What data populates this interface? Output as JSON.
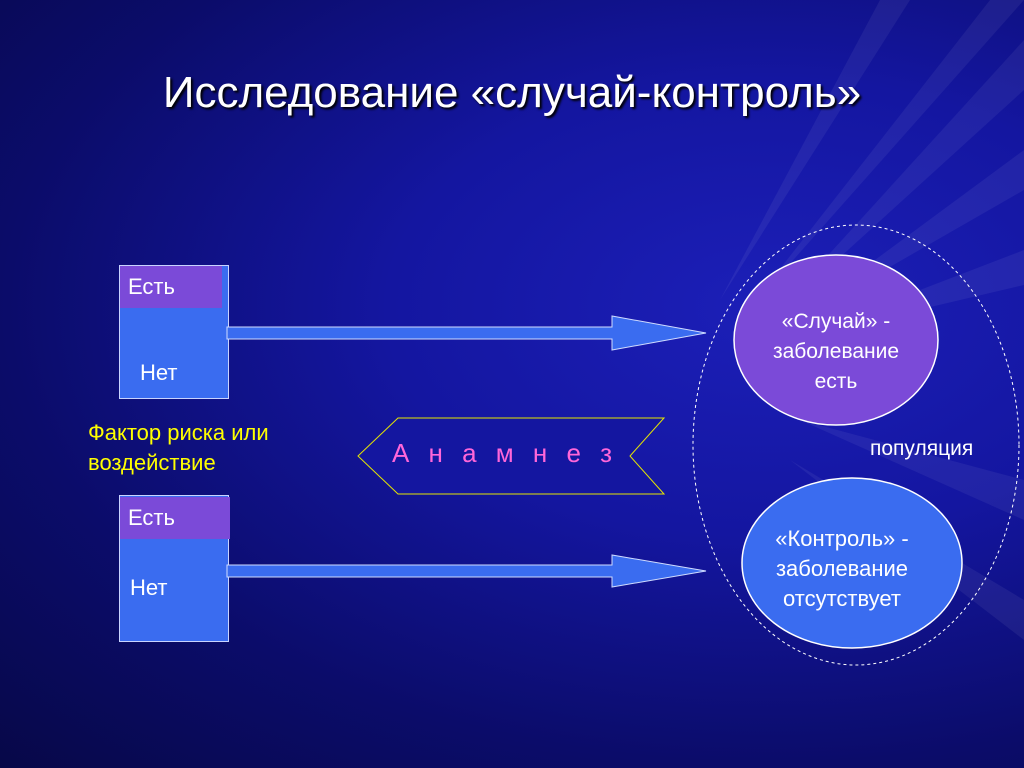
{
  "slide": {
    "title": "Исследование «случай-контроль»"
  },
  "exposure_groups": {
    "top": {
      "yes_label": "Есть",
      "no_label": "Нет"
    },
    "bottom": {
      "yes_label": "Есть",
      "no_label": "Нет"
    }
  },
  "factor_label": {
    "line1": "Фактор риска или",
    "line2": "воздействие"
  },
  "anamnesis": {
    "label": "А н а м н е з"
  },
  "cases": {
    "line1": "«Случай» -",
    "line2": "заболевание",
    "line3": "есть"
  },
  "controls": {
    "line1": "«Контроль» -",
    "line2": "заболевание",
    "line3": "отсутствует"
  },
  "population": {
    "label": "популяция"
  },
  "colors": {
    "background": "#1416a0",
    "box_blue": "#3a6cf0",
    "box_purple": "#7b4ad8",
    "factor_text": "#ffff00",
    "anamnesis_text": "#ff66d9"
  }
}
